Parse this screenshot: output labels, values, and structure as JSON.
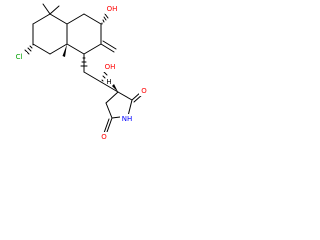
{
  "atoms": {
    "chlorine": {
      "label": "Cl",
      "color": "#00a000"
    },
    "hydroxyl_ring": {
      "label": "OH",
      "color": "#ff0000"
    },
    "hydroxyl_chain": {
      "label": "OH",
      "color": "#ff0000"
    },
    "oxygen_top": {
      "label": "O",
      "color": "#ff0000"
    },
    "oxygen_bottom": {
      "label": "O",
      "color": "#ff0000"
    },
    "nitrogen": {
      "label": "NH",
      "color": "#0000ff"
    },
    "stereo_h": {
      "label": "H",
      "color": "#000000"
    }
  }
}
